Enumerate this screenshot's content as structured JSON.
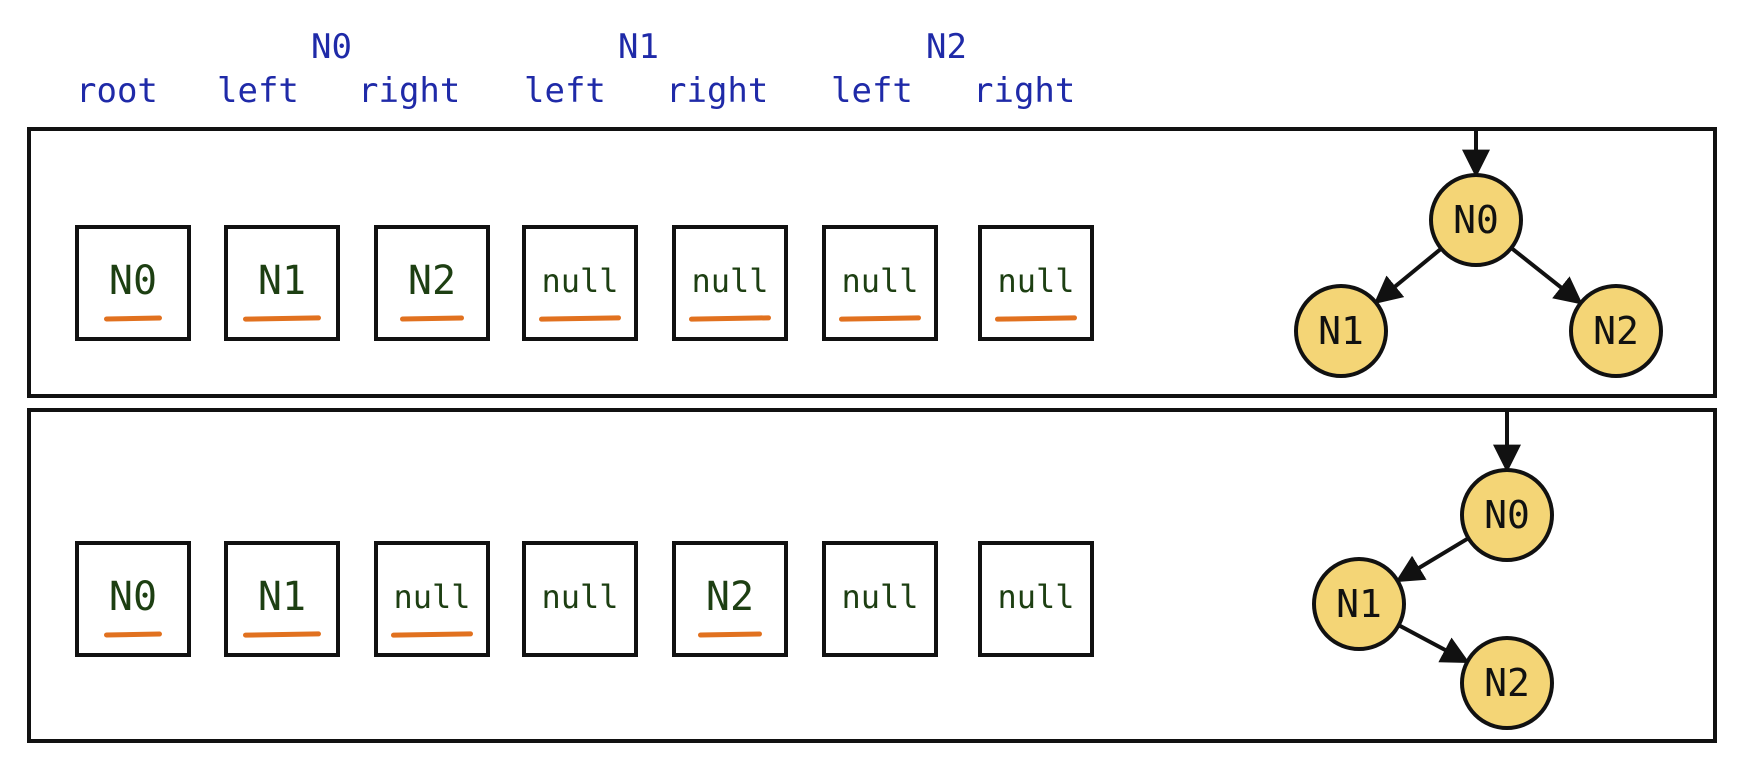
{
  "header": {
    "groups": [
      "N0",
      "N1",
      "N2"
    ],
    "fields": [
      "root",
      "left",
      "right",
      "left",
      "right",
      "left",
      "right"
    ]
  },
  "rows": [
    {
      "cells": [
        {
          "value": "N0",
          "underlined": true
        },
        {
          "value": "N1",
          "underlined": true
        },
        {
          "value": "N2",
          "underlined": true
        },
        {
          "value": "null",
          "underlined": true
        },
        {
          "value": "null",
          "underlined": true
        },
        {
          "value": "null",
          "underlined": true
        },
        {
          "value": "null",
          "underlined": true
        }
      ],
      "tree": {
        "nodes": [
          "N0",
          "N1",
          "N2"
        ],
        "edges": [
          [
            "N0",
            "N1"
          ],
          [
            "N0",
            "N2"
          ]
        ]
      }
    },
    {
      "cells": [
        {
          "value": "N0",
          "underlined": true
        },
        {
          "value": "N1",
          "underlined": true
        },
        {
          "value": "null",
          "underlined": true
        },
        {
          "value": "null",
          "underlined": false
        },
        {
          "value": "N2",
          "underlined": true
        },
        {
          "value": "null",
          "underlined": false
        },
        {
          "value": "null",
          "underlined": false
        }
      ],
      "tree": {
        "nodes": [
          "N0",
          "N1",
          "N2"
        ],
        "edges": [
          [
            "N0",
            "N1"
          ],
          [
            "N1",
            "N2"
          ]
        ]
      }
    }
  ],
  "colors": {
    "header_text": "#1f2aa8",
    "cell_text": "#1d3f12",
    "underline": "#e1711f",
    "node_fill": "#f4d576",
    "stroke": "#111111"
  }
}
